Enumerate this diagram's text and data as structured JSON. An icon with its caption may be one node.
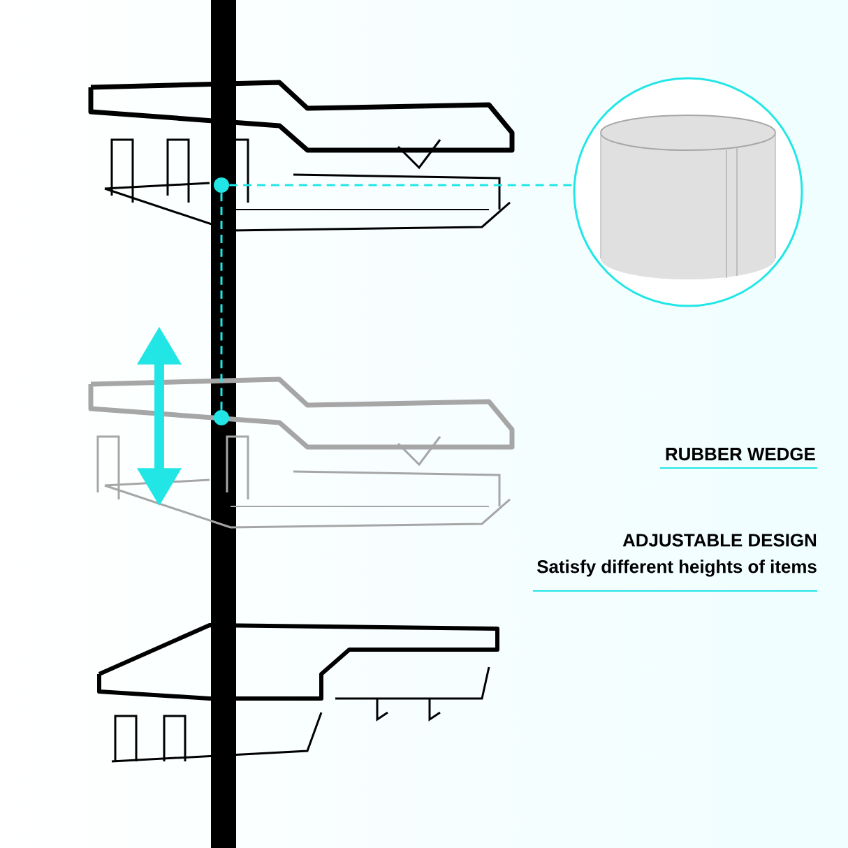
{
  "diagram": {
    "nodes": [
      {
        "text": [],
        "shape": "circle"
      },
      {
        "text": [],
        "shape": "circle"
      },
      {
        "text": [],
        "shape": "picture"
      },
      {
        "text": [
          "RUBBER WEDGE"
        ]
      },
      {
        "text": [
          "ADJUSTABLE DESIGN",
          "Satisfy different heights of items"
        ]
      }
    ],
    "edges": [
      {
        "from": 0,
        "to": 2,
        "arrow": "none",
        "style": "dashed"
      },
      {
        "from": 0,
        "to": 1,
        "arrow": "none",
        "style": "dashed"
      }
    ]
  }
}
